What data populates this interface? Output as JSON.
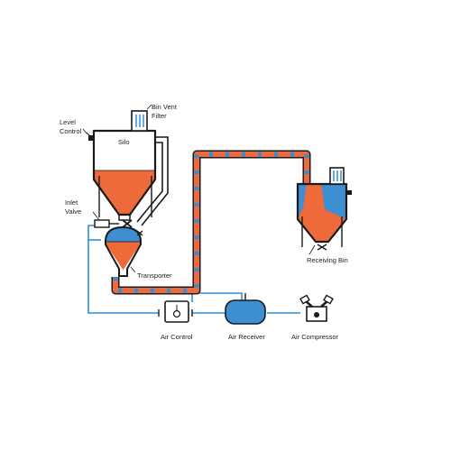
{
  "labels": {
    "bin_vent_filter_1": "Bin Vent",
    "bin_vent_filter_2": "Filter",
    "level_control_1": "Level",
    "level_control_2": "Control",
    "silo": "Silo",
    "inlet_valve_1": "Inlet",
    "inlet_valve_2": "Valve",
    "transporter": "Transporter",
    "receiving_bin": "Receiving Bin",
    "air_control": "Air Control",
    "air_receiver": "Air Receiver",
    "air_compressor": "Air Compressor"
  },
  "colors": {
    "outline": "#1a1a1a",
    "material": "#ef6a3a",
    "air": "#2f8fd8",
    "equipment": "#3d8fd1",
    "background": "#ffffff"
  }
}
